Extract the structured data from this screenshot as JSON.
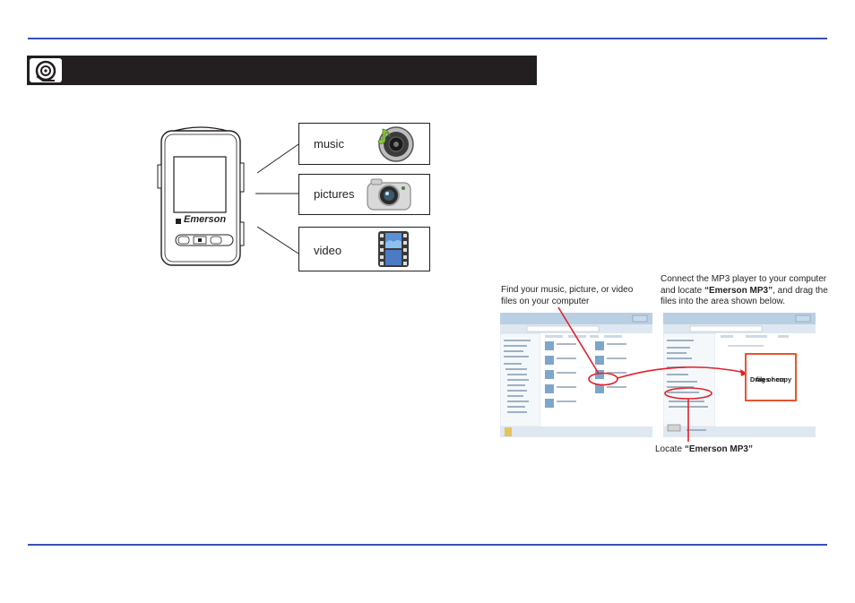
{
  "media_items": [
    {
      "label": "music",
      "icon": "music-icon"
    },
    {
      "label": "pictures",
      "icon": "camera-icon"
    },
    {
      "label": "video",
      "icon": "film-icon"
    }
  ],
  "device": {
    "brand": "Emerson"
  },
  "captions": {
    "find_files_line1": "Find your music, picture, or video",
    "find_files_line2": "files on your computer",
    "connect_line1": "Connect the MP3 player to your computer",
    "connect_line2_pre": "and locate ",
    "connect_line2_bold": "“Emerson MP3”",
    "connect_line2_post": ", and drag the",
    "connect_line3": "files into the area shown below.",
    "locate_pre": "Locate ",
    "locate_bold": "“Emerson MP3”"
  },
  "drop_target": {
    "line1": "Drag or copy",
    "line2": "files here"
  },
  "colors": {
    "rule": "#3a4fb6",
    "section_bar": "#231f20",
    "annotation": "#e0202a",
    "drop_box": "#e8542f"
  }
}
